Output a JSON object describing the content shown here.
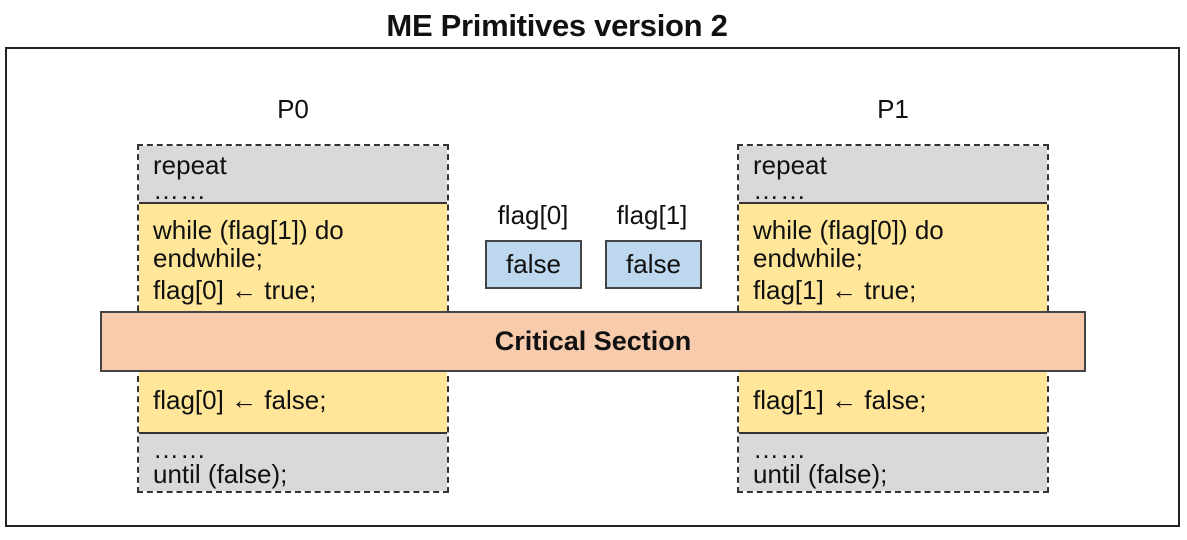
{
  "title": "ME Primitives version 2",
  "processes": [
    {
      "label": "P0",
      "repeat": "repeat",
      "dots_top": "……",
      "entry_line1": "while (flag[1]) do",
      "entry_line2": "endwhile;",
      "entry_line3": "flag[0] ← true;",
      "exit": "flag[0] ← false;",
      "dots_bottom": "……",
      "until": "until (false);"
    },
    {
      "label": "P1",
      "repeat": "repeat",
      "dots_top": "……",
      "entry_line1": "while (flag[0]) do",
      "entry_line2": "endwhile;",
      "entry_line3": "flag[1] ← true;",
      "exit": "flag[1] ← false;",
      "dots_bottom": "……",
      "until": "until (false);"
    }
  ],
  "flags": [
    {
      "name": "flag[0]",
      "value": "false"
    },
    {
      "name": "flag[1]",
      "value": "false"
    }
  ],
  "critical_section": "Critical Section",
  "colors": {
    "gray_block": "#d9d9d9",
    "yellow_block": "#ffe699",
    "flag_box": "#bdd7ee",
    "critical_section": "#f8cbad"
  }
}
